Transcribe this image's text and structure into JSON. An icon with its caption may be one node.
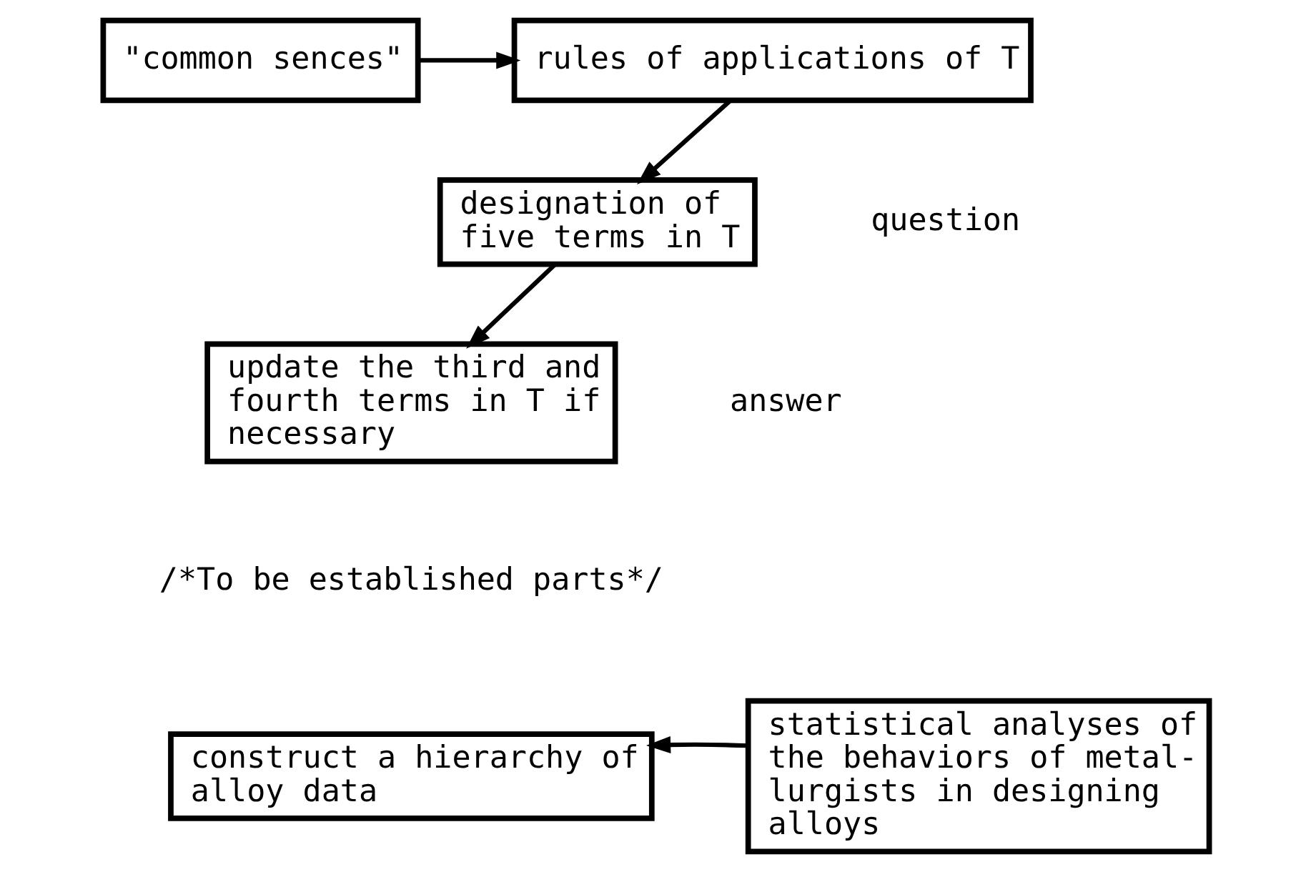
{
  "diagram": {
    "nodes": [
      {
        "text": [
          "\"common sences\""
        ]
      },
      {
        "text": [
          "rules of applications of T"
        ]
      },
      {
        "text": [
          "designation of five terms in T"
        ]
      },
      {
        "text": [
          "update the third and fourth terms in T if necessary"
        ]
      },
      {
        "text": [
          "construct a hierarchy of alloy data"
        ]
      },
      {
        "text": [
          "statistical analyses of the behaviors of metal- lurgists in designing alloys"
        ]
      }
    ],
    "edges": [
      {
        "from": 0,
        "to": 1,
        "arrow": "to"
      },
      {
        "from": 1,
        "to": 2,
        "arrow": "to"
      },
      {
        "from": 2,
        "to": 3,
        "arrow": "to"
      },
      {
        "from": 5,
        "to": 4,
        "arrow": "to"
      }
    ],
    "labels": [
      "question",
      "answer",
      "/*To be established parts*/"
    ]
  }
}
